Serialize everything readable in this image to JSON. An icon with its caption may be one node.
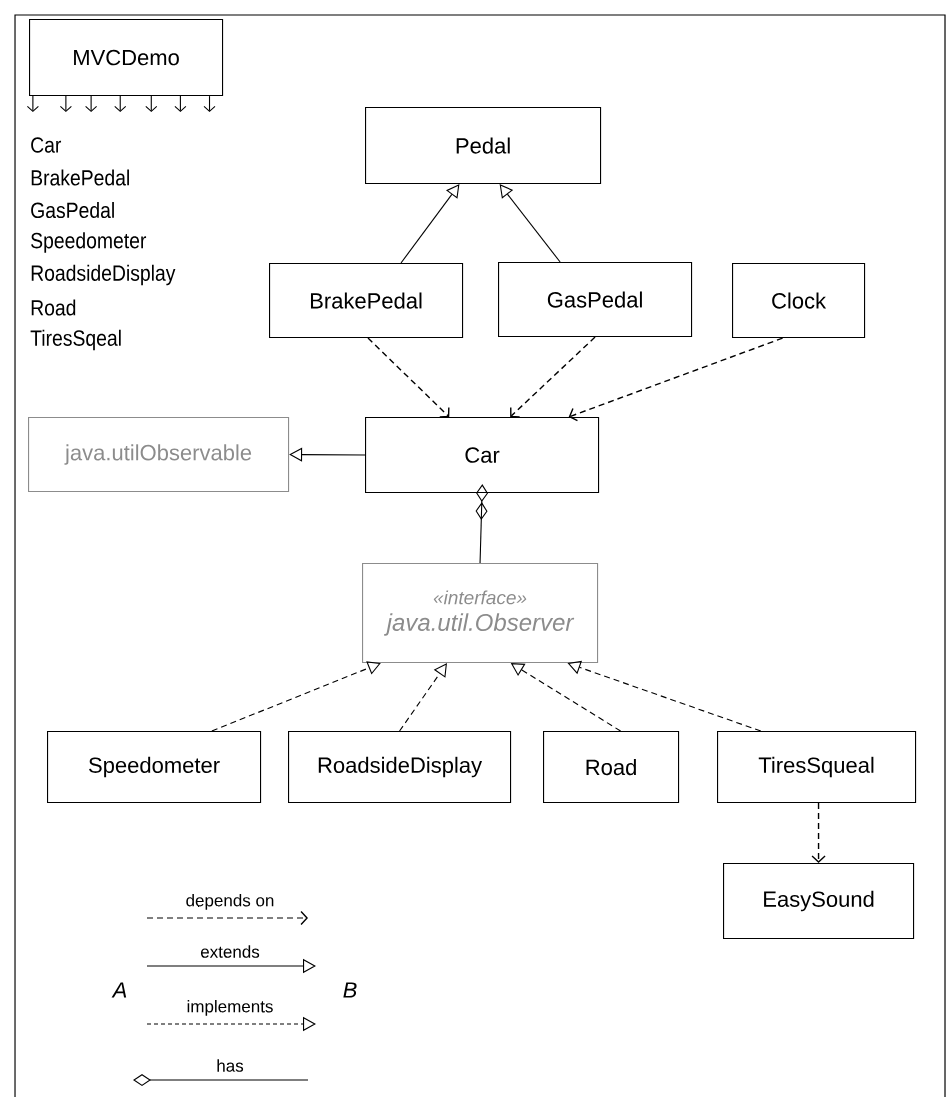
{
  "diagram": {
    "nodes": [
      {
        "text": [
          "MVCDemo"
        ]
      },
      {
        "text": [
          "Pedal"
        ]
      },
      {
        "text": [
          "BrakePedal"
        ]
      },
      {
        "text": [
          "GasPedal"
        ]
      },
      {
        "text": [
          "Clock"
        ]
      },
      {
        "text": [
          "java.utilObservable"
        ]
      },
      {
        "text": [
          "Car"
        ]
      },
      {
        "text": [
          "«interface»",
          "java.util.Observer"
        ]
      },
      {
        "text": [
          "Speedometer"
        ]
      },
      {
        "text": [
          "RoadsideDisplay"
        ]
      },
      {
        "text": [
          "Road"
        ]
      },
      {
        "text": [
          "TiresSqueal"
        ]
      },
      {
        "text": [
          "EasySound"
        ]
      }
    ],
    "edges": [
      {
        "from": 0,
        "to": null,
        "arrow": "to"
      },
      {
        "from": 0,
        "to": null,
        "arrow": "to"
      },
      {
        "from": 0,
        "to": null,
        "arrow": "to"
      },
      {
        "from": 0,
        "to": null,
        "arrow": "to"
      },
      {
        "from": 0,
        "to": null,
        "arrow": "to"
      },
      {
        "from": 0,
        "to": null,
        "arrow": "to"
      },
      {
        "from": 0,
        "to": null,
        "arrow": "to"
      },
      {
        "from": 2,
        "to": 1,
        "arrow": "to"
      },
      {
        "from": 3,
        "to": 1,
        "arrow": "to"
      },
      {
        "from": 2,
        "to": 6,
        "arrow": "to",
        "style": "dashed"
      },
      {
        "from": 3,
        "to": 6,
        "arrow": "to",
        "style": "dashed"
      },
      {
        "from": 4,
        "to": 6,
        "arrow": "to",
        "style": "dashed"
      },
      {
        "from": 6,
        "to": 5,
        "arrow": "to"
      },
      {
        "from": 6,
        "to": 7,
        "arrow": "other"
      },
      {
        "from": 8,
        "to": 7,
        "arrow": "to",
        "style": "dashed"
      },
      {
        "from": 9,
        "to": 7,
        "arrow": "to",
        "style": "dashed"
      },
      {
        "from": 10,
        "to": 7,
        "arrow": "to",
        "style": "dashed"
      },
      {
        "from": 11,
        "to": 7,
        "arrow": "to",
        "style": "dashed"
      },
      {
        "from": 11,
        "to": 12,
        "arrow": "to",
        "style": "dashed"
      }
    ],
    "labels": [
      "Car",
      "BrakePedal",
      "GasPedal",
      "Speedometer",
      "RoadsideDisplay",
      "Road",
      "TiresSqeal",
      "A",
      "B"
    ],
    "legend": [
      {
        "text": "depends on"
      },
      {
        "text": "extends"
      },
      {
        "text": "implements"
      },
      {
        "text": "has"
      }
    ]
  }
}
